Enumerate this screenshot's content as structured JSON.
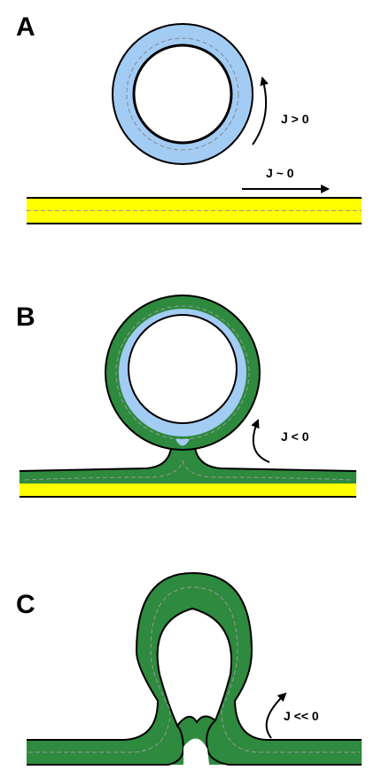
{
  "colors": {
    "outline": "#000000",
    "membrane_yellow": "#ffff00",
    "membrane_blue": "#a3ccf5",
    "membrane_green": "#2e8a3e",
    "midplane_dash": "#8a8a8a",
    "background": "#ffffff"
  },
  "panels": [
    {
      "letter": "A",
      "curvature_labels": [
        "J > 0",
        "J ~ 0"
      ]
    },
    {
      "letter": "B",
      "curvature_labels": [
        "J < 0"
      ]
    },
    {
      "letter": "C",
      "curvature_labels": [
        "J << 0"
      ]
    }
  ]
}
